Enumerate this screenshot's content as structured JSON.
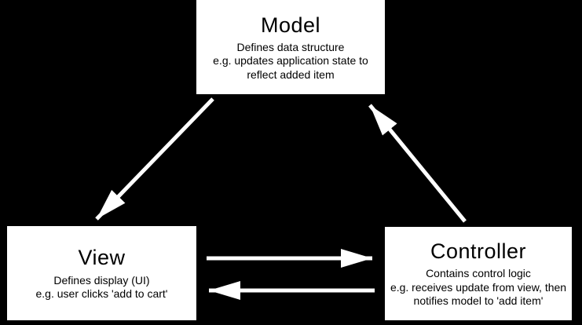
{
  "colors": {
    "background": "#000000",
    "node_fill": "#ffffff",
    "node_text": "#000000",
    "arrow": "#ffffff"
  },
  "diagram": {
    "type": "architecture-diagram",
    "subject": "Model-View-Controller",
    "nodes": {
      "model": {
        "title": "Model",
        "lines": [
          "Defines data structure",
          "e.g. updates application state to",
          "reflect added item"
        ]
      },
      "view": {
        "title": "View",
        "lines": [
          "Defines display (UI)",
          "e.g. user clicks 'add to cart'"
        ]
      },
      "controller": {
        "title": "Controller",
        "lines": [
          "Contains control logic",
          "e.g. receives update from view, then",
          "notifies model to 'add item'"
        ]
      }
    },
    "edges": [
      {
        "from": "Model",
        "to": "View"
      },
      {
        "from": "View",
        "to": "Controller"
      },
      {
        "from": "Controller",
        "to": "View"
      },
      {
        "from": "Controller",
        "to": "Model"
      }
    ]
  }
}
